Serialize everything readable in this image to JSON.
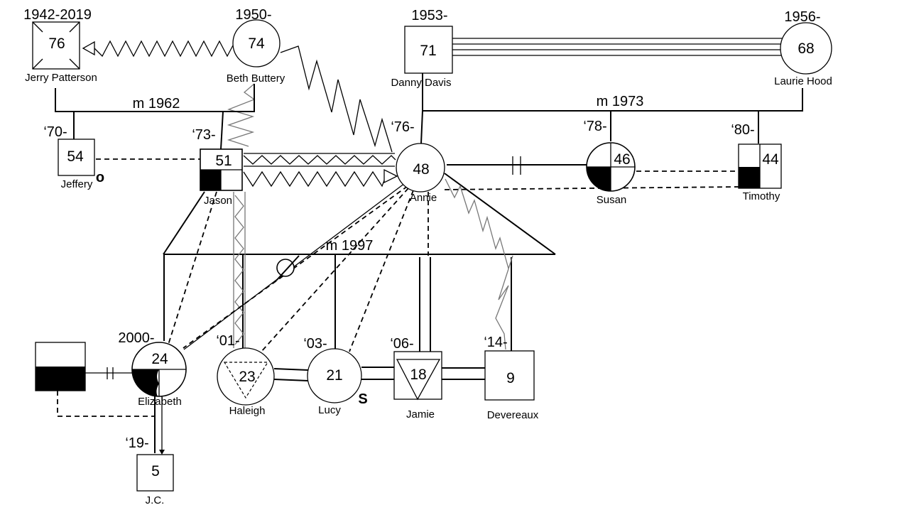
{
  "people": {
    "jerry": {
      "years": "1942-2019",
      "age": "76",
      "name": "Jerry Patterson"
    },
    "beth": {
      "years": "1950-",
      "age": "74",
      "name": "Beth Buttery"
    },
    "danny": {
      "years": "1953-",
      "age": "71",
      "name": "Danny Davis"
    },
    "laurie": {
      "years": "1956-",
      "age": "68",
      "name": "Laurie Hood"
    },
    "jeffery": {
      "years": "‘70-",
      "age": "54",
      "name": "Jeffery",
      "mark": "o"
    },
    "jason": {
      "years": "‘73-",
      "age": "51",
      "name": "Jason"
    },
    "annie": {
      "years": "‘76-",
      "age": "48",
      "name": "Annie"
    },
    "susan": {
      "years": "‘78-",
      "age": "46",
      "name": "Susan"
    },
    "timothy": {
      "years": "‘80-",
      "age": "44",
      "name": "Timothy"
    },
    "elizabeth": {
      "years": "2000-",
      "age": "24",
      "name": "Elizabeth"
    },
    "haleigh": {
      "years": "‘01-",
      "age": "23",
      "name": "Haleigh"
    },
    "lucy": {
      "years": "‘03-",
      "age": "21",
      "name": "Lucy",
      "mark": "S"
    },
    "jamie": {
      "years": "‘06-",
      "age": "18",
      "name": "Jamie"
    },
    "devereaux": {
      "years": "‘14-",
      "age": "9",
      "name": "Devereaux"
    },
    "jc": {
      "years": "‘19-",
      "age": "5",
      "name": "J.C."
    }
  },
  "marriages": {
    "jerry_beth": "m 1962",
    "danny_laurie": "m 1973",
    "jason_annie": "m 1997"
  }
}
